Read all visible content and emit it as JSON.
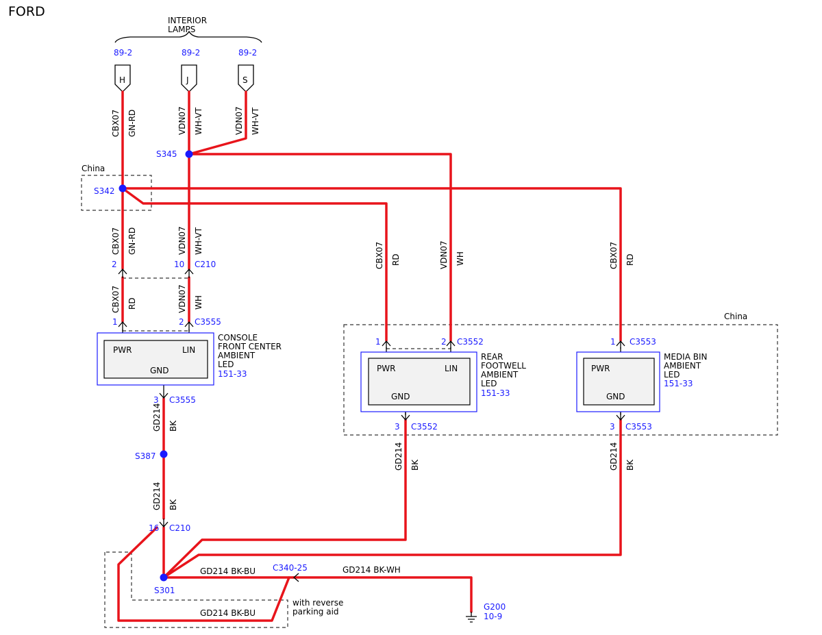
{
  "brand": "FORD",
  "interior_lamps": {
    "label_line1": "INTERIOR",
    "label_line2": "LAMPS",
    "refs": [
      "89-2",
      "89-2",
      "89-2"
    ],
    "pins": [
      "H",
      "J",
      "S"
    ]
  },
  "wires": {
    "cbx07": "CBX07",
    "vdn07": "VDN07",
    "gd214": "GD214",
    "gn_rd": "GN-RD",
    "wh_vt": "WH-VT",
    "rd": "RD",
    "wh": "WH",
    "bk": "BK",
    "gd214_bk_bu": "GD214  BK-BU",
    "gd214_bk_wh": "GD214  BK-WH"
  },
  "splices": {
    "s345": "S345",
    "s342": "S342",
    "s387": "S387",
    "s301": "S301"
  },
  "regions": {
    "china": "China"
  },
  "connectors": {
    "c210": "C210",
    "c3555": "C3555",
    "c3552": "C3552",
    "c3553": "C3553",
    "c340": "C340-25"
  },
  "pins": {
    "p1": "1",
    "p2": "2",
    "p3": "3",
    "p10": "10",
    "p16": "16"
  },
  "modules": {
    "console": {
      "name_lines": [
        "CONSOLE",
        "FRONT CENTER",
        "AMBIENT",
        "LED"
      ],
      "ref": "151-33",
      "pwr": "PWR",
      "lin": "LIN",
      "gnd": "GND"
    },
    "rear_footwell": {
      "name_lines": [
        "REAR",
        "FOOTWELL",
        "AMBIENT",
        "LED"
      ],
      "ref": "151-33",
      "pwr": "PWR",
      "lin": "LIN",
      "gnd": "GND"
    },
    "media_bin": {
      "name_lines": [
        "MEDIA BIN",
        "AMBIENT",
        "LED"
      ],
      "ref": "151-33",
      "pwr": "PWR",
      "gnd": "GND"
    }
  },
  "option_note": {
    "line1": "with reverse",
    "line2": "parking aid"
  },
  "ground": {
    "name": "G200",
    "ref": "10-9"
  },
  "colors": {
    "wire": "#e8141b",
    "ref_text": "#1a1aff",
    "module_box": "#f2f2f2"
  }
}
